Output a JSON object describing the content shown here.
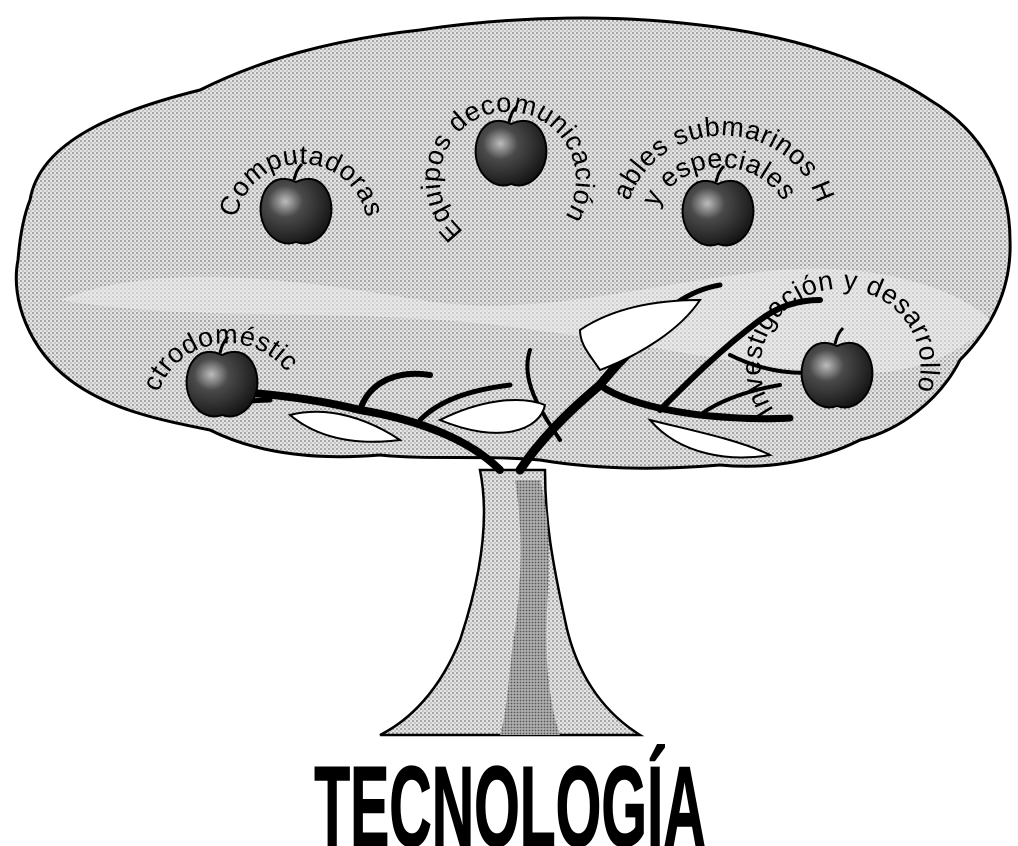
{
  "diagram": {
    "fruits": [
      {
        "id": "computadoras",
        "label": "Computadoras"
      },
      {
        "id": "equipos",
        "label": "Equipos decomunicación"
      },
      {
        "id": "cables_line1",
        "label": "Cables submarinos HF"
      },
      {
        "id": "cables_line2",
        "label": "y especiales"
      },
      {
        "id": "electro",
        "label": "Electrodomésticos"
      },
      {
        "id": "investigacion",
        "label": "Investigación y desarrollo"
      }
    ],
    "root_word": "TECNOLOGÍA"
  },
  "colors": {
    "ink": "#000000",
    "canopy": "#cfcfcf",
    "trunk_light": "#c4c4c4",
    "trunk_dark": "#8a8a8a",
    "apple": "#3a3a3a"
  }
}
